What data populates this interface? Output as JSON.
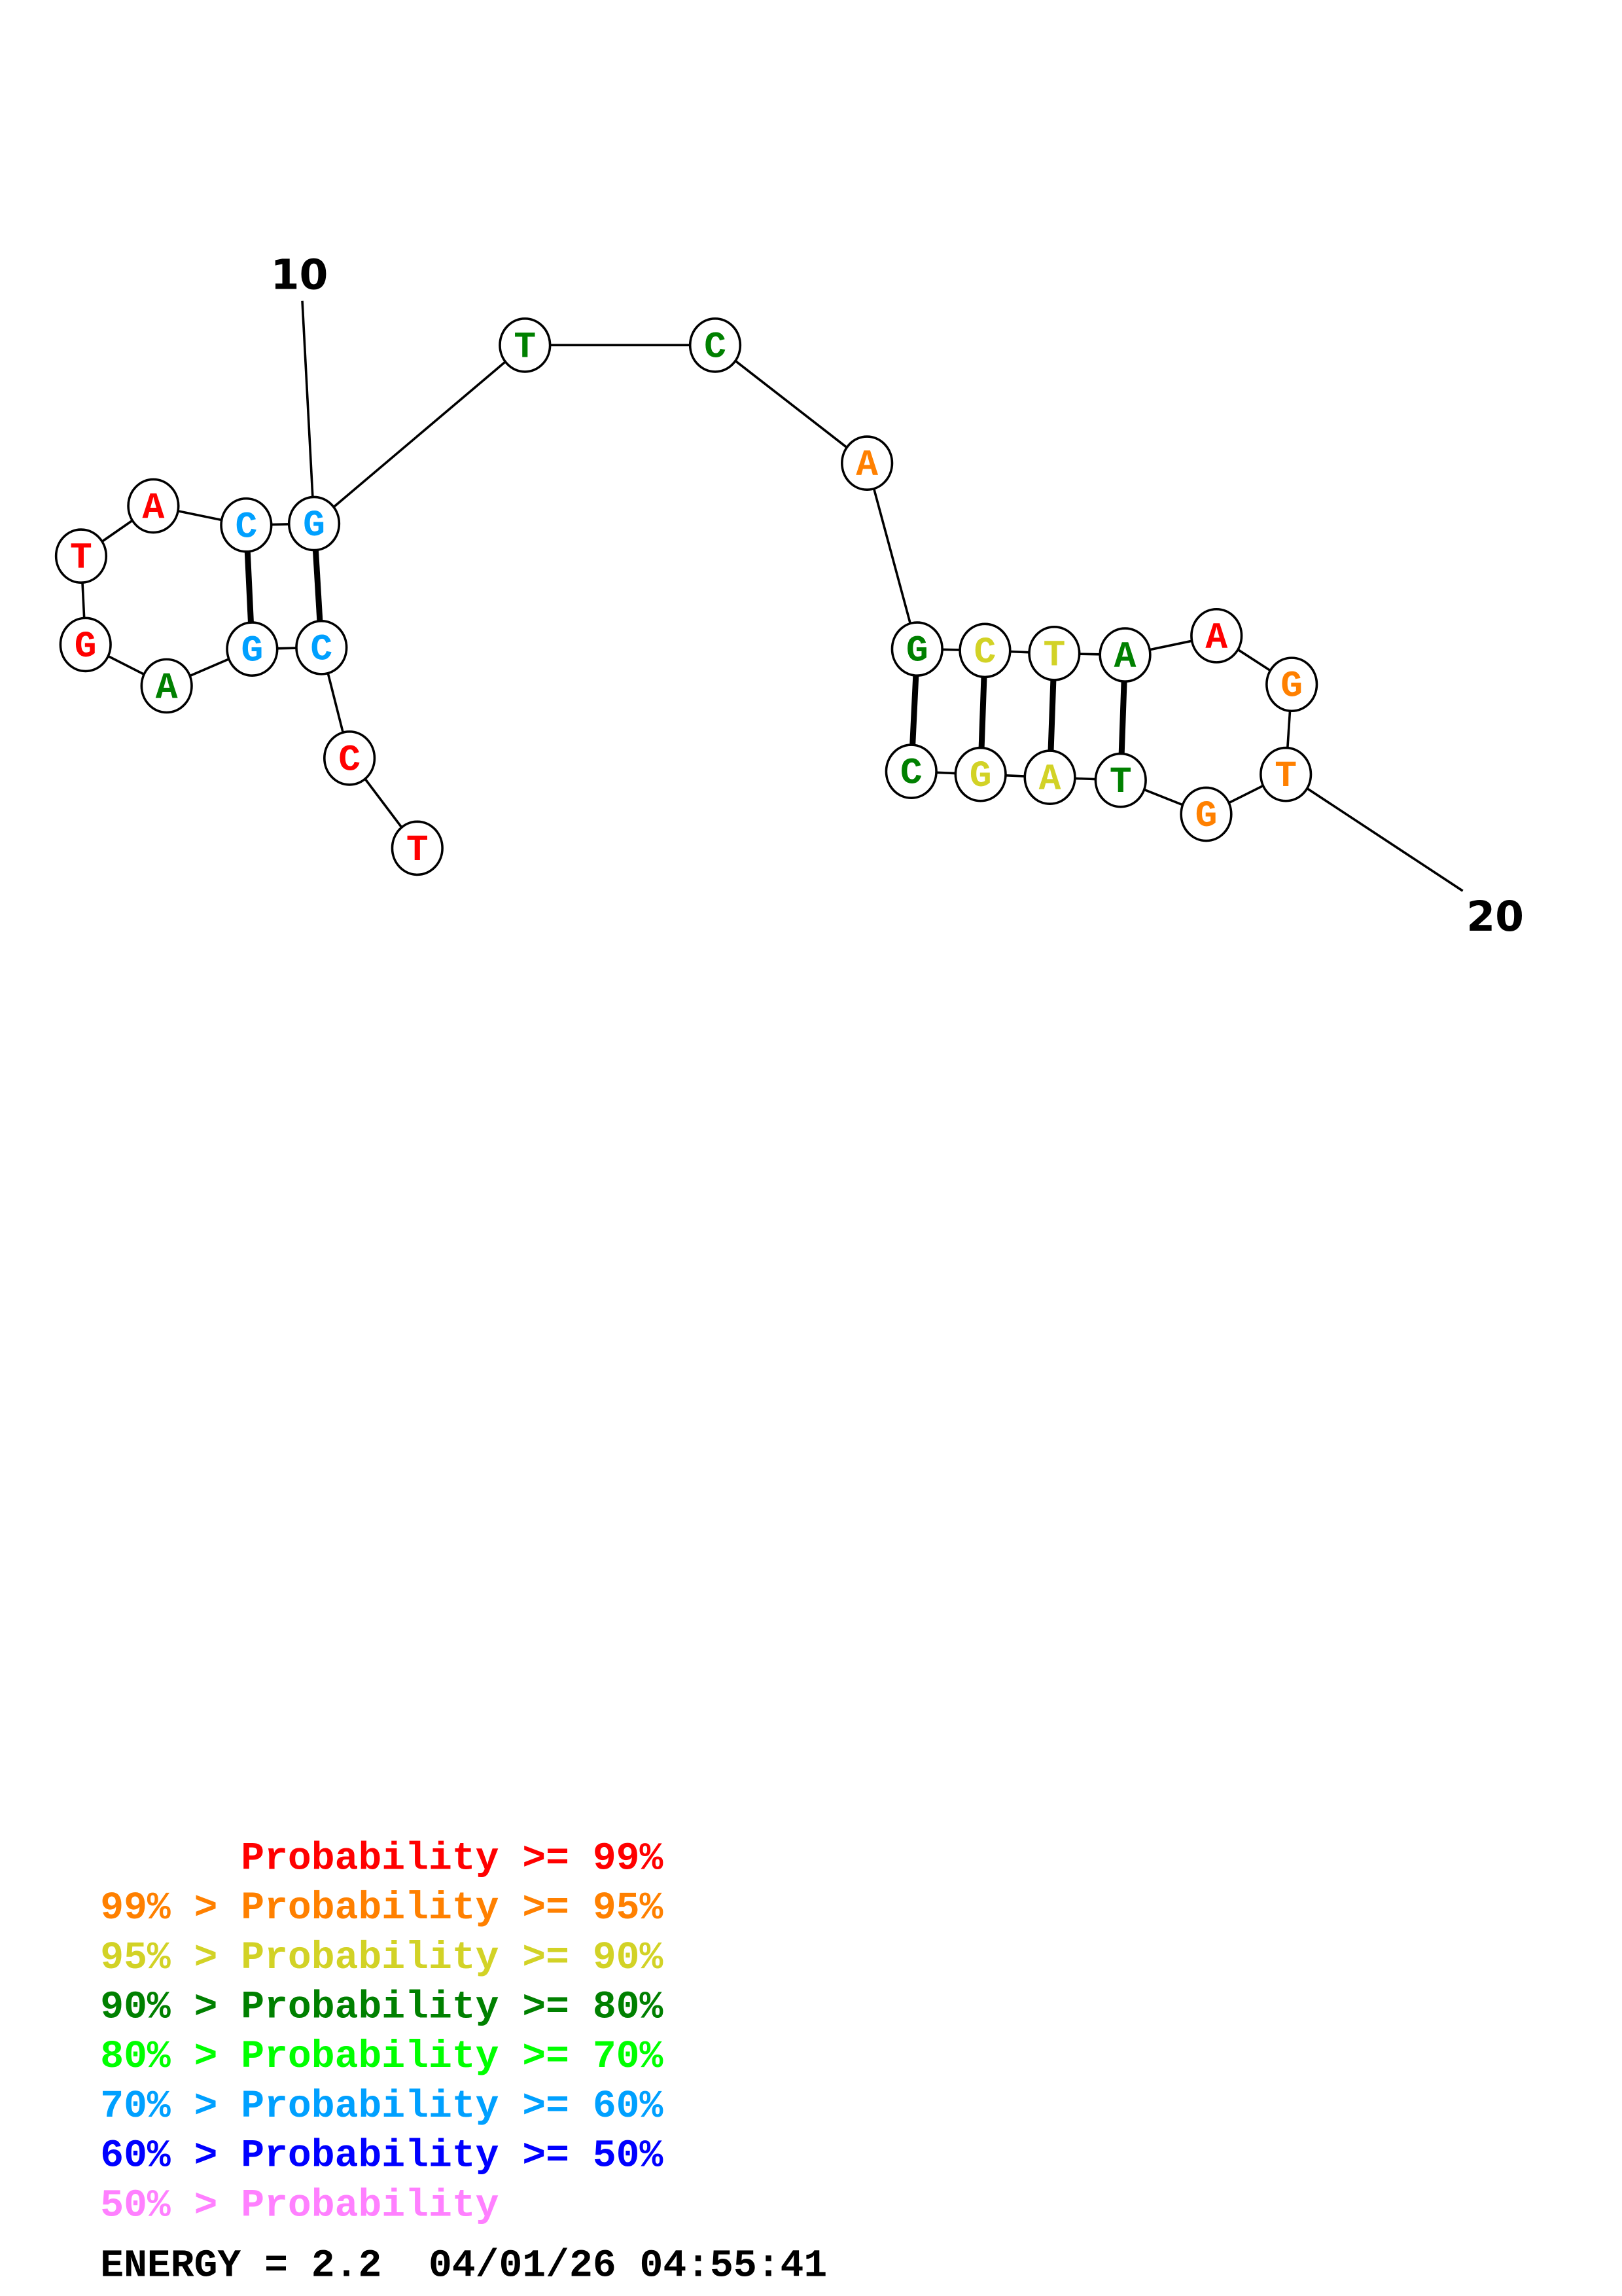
{
  "structure": {
    "nucleotides": [
      {
        "base": "T",
        "prob_class": 0
      },
      {
        "base": "C",
        "prob_class": 0
      },
      {
        "base": "C",
        "prob_class": 5
      },
      {
        "base": "G",
        "prob_class": 5
      },
      {
        "base": "A",
        "prob_class": 3
      },
      {
        "base": "G",
        "prob_class": 0
      },
      {
        "base": "T",
        "prob_class": 0
      },
      {
        "base": "A",
        "prob_class": 0
      },
      {
        "base": "C",
        "prob_class": 5
      },
      {
        "base": "G",
        "prob_class": 5
      },
      {
        "base": "T",
        "prob_class": 3
      },
      {
        "base": "C",
        "prob_class": 3
      },
      {
        "base": "A",
        "prob_class": 1
      },
      {
        "base": "G",
        "prob_class": 3
      },
      {
        "base": "C",
        "prob_class": 2
      },
      {
        "base": "T",
        "prob_class": 2
      },
      {
        "base": "A",
        "prob_class": 3
      },
      {
        "base": "A",
        "prob_class": 0
      },
      {
        "base": "G",
        "prob_class": 1
      },
      {
        "base": "T",
        "prob_class": 1
      },
      {
        "base": "G",
        "prob_class": 1
      },
      {
        "base": "T",
        "prob_class": 3
      },
      {
        "base": "A",
        "prob_class": 2
      },
      {
        "base": "G",
        "prob_class": 2
      },
      {
        "base": "C",
        "prob_class": 3
      }
    ],
    "pairs": [
      [
        3,
        10
      ],
      [
        4,
        9
      ],
      [
        14,
        25
      ],
      [
        15,
        24
      ],
      [
        16,
        23
      ],
      [
        17,
        22
      ]
    ],
    "position_labels": [
      {
        "index": 10,
        "text": "10"
      },
      {
        "index": 20,
        "text": "20"
      }
    ]
  },
  "legend": {
    "colors": [
      "#ff0000",
      "#ff8000",
      "#d2d226",
      "#008000",
      "#00ff00",
      "#00a0ff",
      "#0000ff",
      "#ff80ff"
    ],
    "lines": [
      "      Probability >= 99%",
      "99% > Probability >= 95%",
      "95% > Probability >= 90%",
      "90% > Probability >= 80%",
      "80% > Probability >= 70%",
      "70% > Probability >= 60%",
      "60% > Probability >= 50%",
      "50% > Probability"
    ]
  },
  "footer": {
    "energy": "ENERGY = 2.2  04/01/26 04:55:41"
  }
}
